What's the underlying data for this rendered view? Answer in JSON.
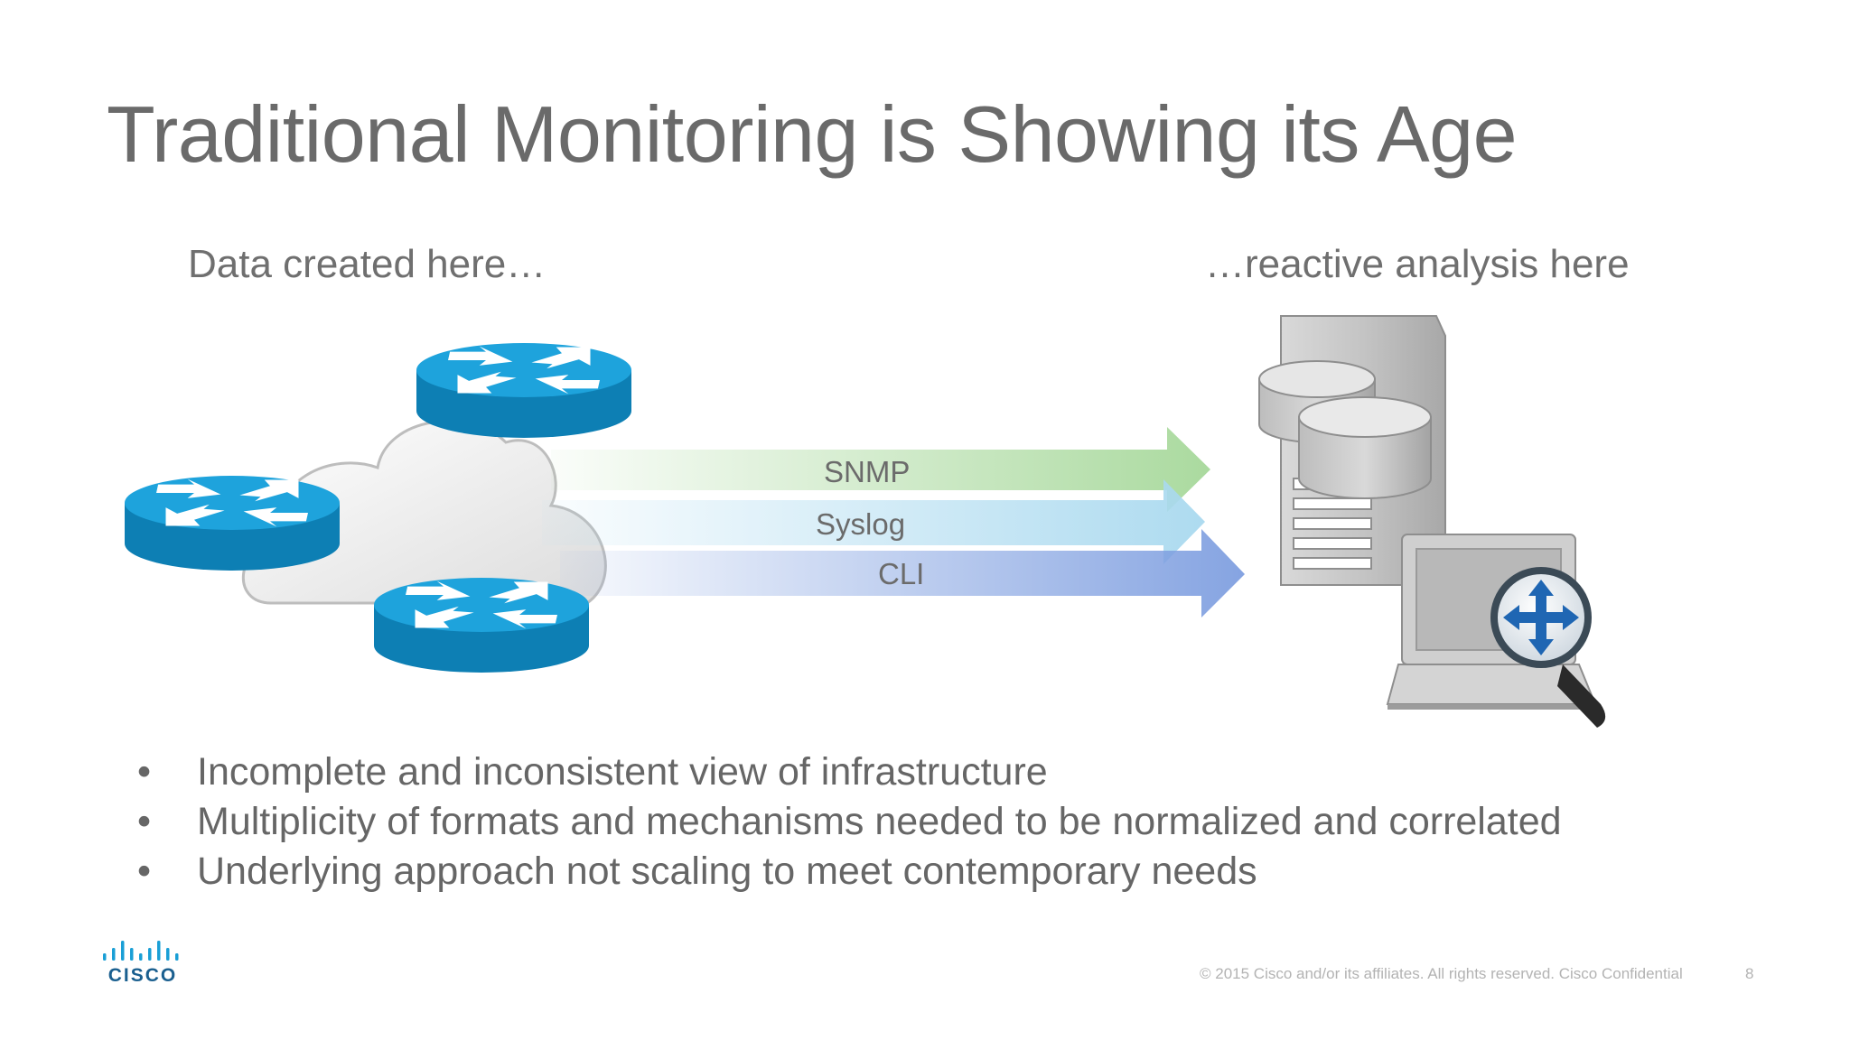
{
  "title": "Traditional Monitoring is Showing its Age",
  "captions": {
    "left": "Data created here…",
    "right": "…reactive analysis here"
  },
  "protocols": [
    "SNMP",
    "Syslog",
    "CLI"
  ],
  "protocol_colors": [
    "#a6d89a",
    "#a9d9ef",
    "#7f9fe0"
  ],
  "router_color": "#1ea3dc",
  "bullets": [
    "Incomplete and inconsistent view of infrastructure",
    "Multiplicity of formats and mechanisms needed to be normalized and correlated",
    "Underlying approach not scaling to meet contemporary needs"
  ],
  "bullet_marker": "•",
  "logo": {
    "text": "cisco"
  },
  "footer": {
    "copyright": "© 2015  Cisco and/or its affiliates. All rights reserved.   Cisco Confidential",
    "page_number": "8"
  }
}
